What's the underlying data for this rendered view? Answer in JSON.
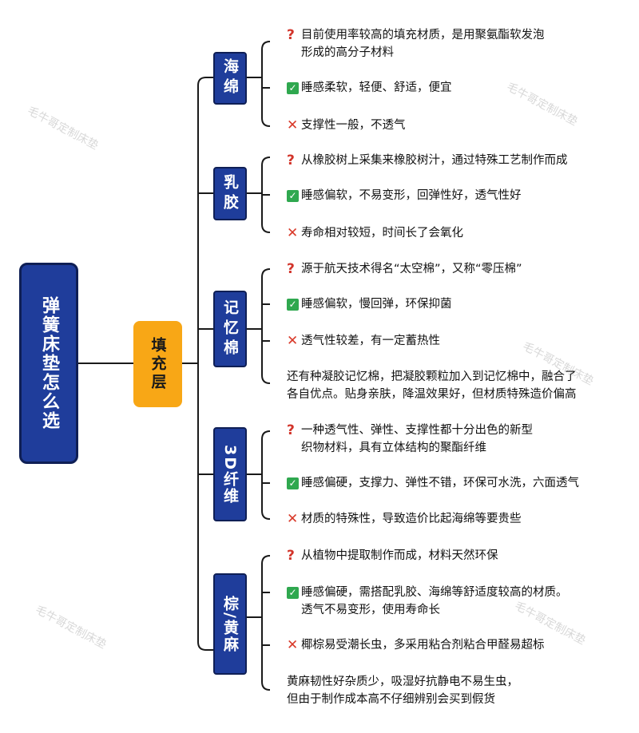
{
  "root": {
    "title": "弹簧床垫怎么选"
  },
  "middle": {
    "label": "填充层"
  },
  "watermark": "毛牛哥定制床垫",
  "colors": {
    "root": "#1f3d9b",
    "middle": "#f8a716",
    "category": "#1f3d9b",
    "check": "#2fa84f",
    "cross": "#d93a2a",
    "question": "#d2342a"
  },
  "categories": [
    {
      "label": "海绵",
      "items": [
        {
          "icon": "question",
          "text": "目前使用率较高的填充材质，是用聚氨酯软发泡\n形成的高分子材料"
        },
        {
          "icon": "check",
          "text": "睡感柔软，轻便、舒适，便宜"
        },
        {
          "icon": "cross",
          "text": "支撑性一般，不透气"
        }
      ]
    },
    {
      "label": "乳胶",
      "items": [
        {
          "icon": "question",
          "text": "从橡胶树上采集来橡胶树汁，通过特殊工艺制作而成"
        },
        {
          "icon": "check",
          "text": "睡感偏软，不易变形，回弹性好，透气性好"
        },
        {
          "icon": "cross",
          "text": "寿命相对较短，时间长了会氧化"
        }
      ]
    },
    {
      "label": "记忆棉",
      "items": [
        {
          "icon": "question",
          "text": "源于航天技术得名“太空棉”，又称“零压棉”"
        },
        {
          "icon": "check",
          "text": "睡感偏软，慢回弹，环保抑菌"
        },
        {
          "icon": "cross",
          "text": "透气性较差，有一定蓄热性"
        },
        {
          "icon": "none",
          "text": "还有种凝胶记忆棉，把凝胶颗粒加入到记忆棉中，融合了\n各自优点。贴身亲肤，降温效果好，但材质特殊造价偏高"
        }
      ]
    },
    {
      "label": "3D纤维",
      "items": [
        {
          "icon": "question",
          "text": "一种透气性、弹性、支撑性都十分出色的新型\n织物材料，具有立体结构的聚酯纤维"
        },
        {
          "icon": "check",
          "text": "睡感偏硬，支撑力、弹性不错，环保可水洗，六面透气"
        },
        {
          "icon": "cross",
          "text": "材质的特殊性，导致造价比起海绵等要贵些"
        }
      ]
    },
    {
      "label": "棕/黄麻",
      "items": [
        {
          "icon": "question",
          "text": "从植物中提取制作而成，材料天然环保"
        },
        {
          "icon": "check",
          "text": "睡感偏硬，需搭配乳胶、海绵等舒适度较高的材质。\n透气不易变形，使用寿命长"
        },
        {
          "icon": "cross",
          "text": "椰棕易受潮长虫，多采用粘合剂粘合甲醛易超标"
        },
        {
          "icon": "none",
          "text": "黄麻韧性好杂质少，吸湿好抗静电不易生虫，\n但由于制作成本高不仔细辨别会买到假货"
        }
      ]
    }
  ]
}
